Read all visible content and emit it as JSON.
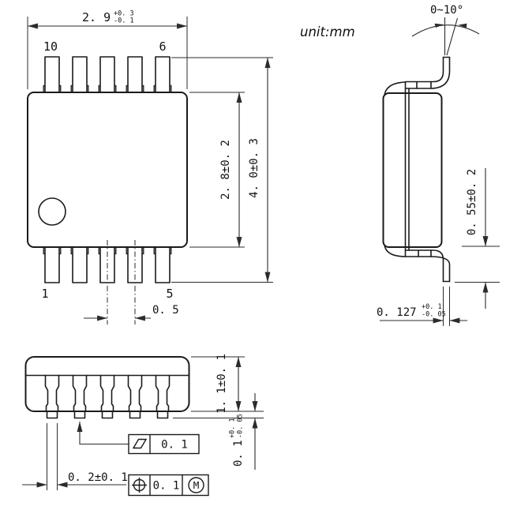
{
  "meta": {
    "unit_label": "unit:mm"
  },
  "colors": {
    "line": "#1b1b1b",
    "dim": "#2b2b2b",
    "background": "#ffffff",
    "text": "#111111"
  },
  "views": {
    "top": {
      "pin_labels": {
        "top_left": "10",
        "top_right": "6",
        "bottom_left": "1",
        "bottom_right": "5"
      },
      "dims": {
        "body_width": {
          "value": "2. 9",
          "tol_plus": "+0. 3",
          "tol_minus": "-0. 1"
        },
        "lead_pitch": {
          "value": "0. 5"
        },
        "body_length": {
          "value": "2. 8±0. 2"
        },
        "overall_length": {
          "value": "4. 0±0. 3"
        }
      }
    },
    "side": {
      "dims": {
        "lead_angle": {
          "value": "0~10°"
        },
        "lead_height": {
          "value": "0. 55±0. 2"
        },
        "lead_thickness": {
          "value": "0. 127",
          "tol_plus": "+0. 1",
          "tol_minus": "-0. 05"
        }
      }
    },
    "front": {
      "dims": {
        "body_thickness": {
          "value": "1. 1±0. 1"
        },
        "standoff": {
          "value": "0. 1",
          "tol_plus": "+0. 1",
          "tol_minus": "-0. 05"
        },
        "lead_width": {
          "value": "0. 2±0. 1"
        }
      },
      "callouts": {
        "flatness": {
          "value": "0. 1"
        },
        "position": {
          "value": "0. 1",
          "modifier": "M"
        }
      }
    }
  }
}
